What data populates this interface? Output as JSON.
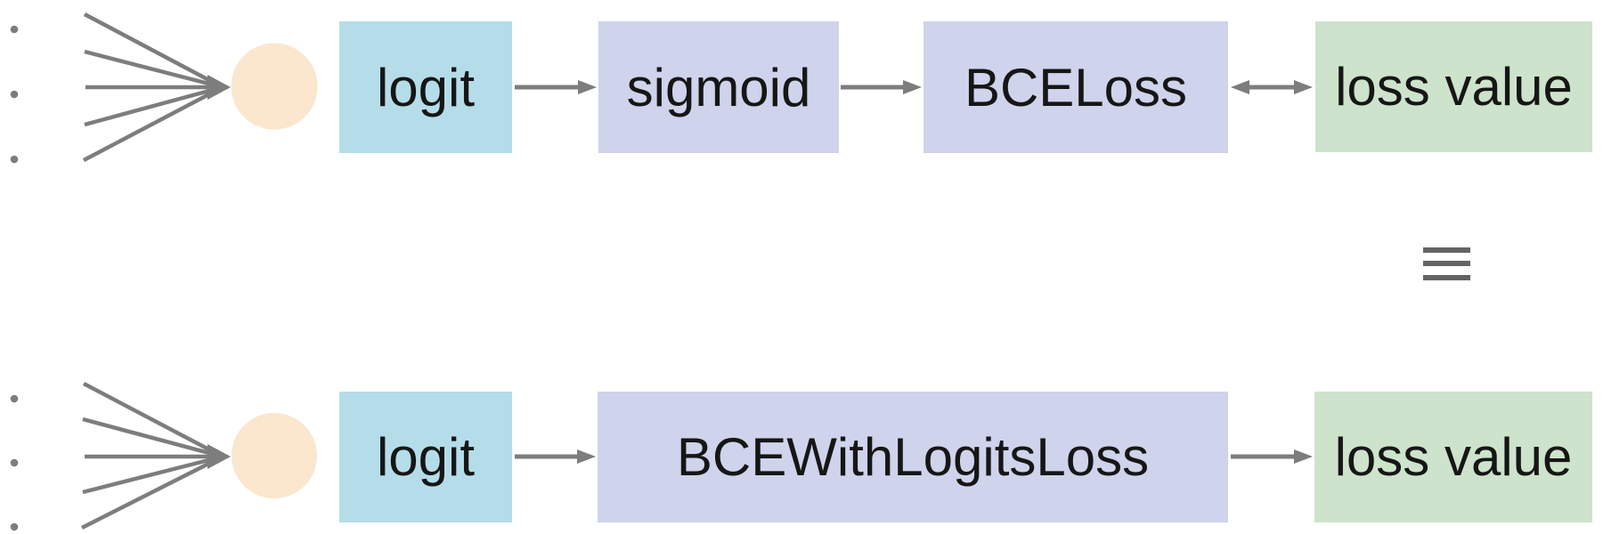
{
  "diagram": {
    "background": "#ffffff",
    "equivalence": {
      "symbol": "≡",
      "meaning": "equivalent"
    },
    "top_row": {
      "input_dots_count": 3,
      "fan_in_lines_count": 5,
      "nodes": [
        {
          "label": "logit",
          "fill": "#b5dde9"
        },
        {
          "label": "sigmoid",
          "fill": "#cfd3eb"
        },
        {
          "label": "BCELoss",
          "fill": "#cfd3eb"
        },
        {
          "label": "loss value",
          "fill": "#cde3cb"
        }
      ]
    },
    "bottom_row": {
      "input_dots_count": 3,
      "fan_in_lines_count": 5,
      "nodes": [
        {
          "label": "logit",
          "fill": "#b5dde9"
        },
        {
          "label": "BCEWithLogitsLoss",
          "fill": "#cfd3eb"
        },
        {
          "label": "loss value",
          "fill": "#cde3cb"
        }
      ]
    },
    "colors": {
      "neuron_fill": "#fbe6ce",
      "connector_gray": "#7d7d7d",
      "equivalence_gray": "#646464",
      "text": "#161616"
    }
  }
}
